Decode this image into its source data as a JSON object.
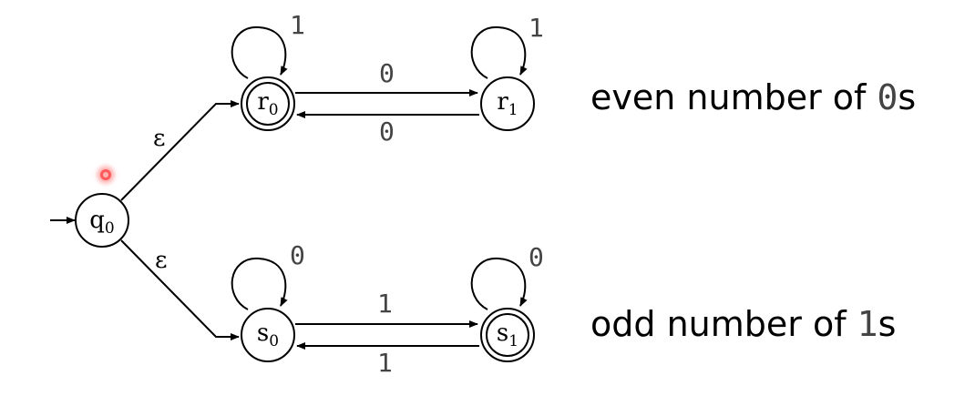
{
  "states": {
    "q0": {
      "main": "q",
      "sub": "0"
    },
    "r0": {
      "main": "r",
      "sub": "0"
    },
    "r1": {
      "main": "r",
      "sub": "1"
    },
    "s0": {
      "main": "s",
      "sub": "0"
    },
    "s1": {
      "main": "s",
      "sub": "1"
    }
  },
  "accepting_states": [
    "r0",
    "s1"
  ],
  "start_state": "q0",
  "edges": {
    "q0_r0": "ε",
    "q0_s0": "ε",
    "r0_loop": "1",
    "r1_loop": "1",
    "r0_r1": "0",
    "r1_r0": "0",
    "s0_loop": "0",
    "s1_loop": "0",
    "s0_s1": "1",
    "s1_s0": "1"
  },
  "captions": {
    "top": {
      "prefix": "even number of ",
      "symbol": "0",
      "suffix": "s"
    },
    "bottom": {
      "prefix": "odd number of ",
      "symbol": "1",
      "suffix": "s"
    }
  },
  "colors": {
    "stroke": "#000000",
    "label": "#444444",
    "cursor": "#ff5a5a"
  }
}
